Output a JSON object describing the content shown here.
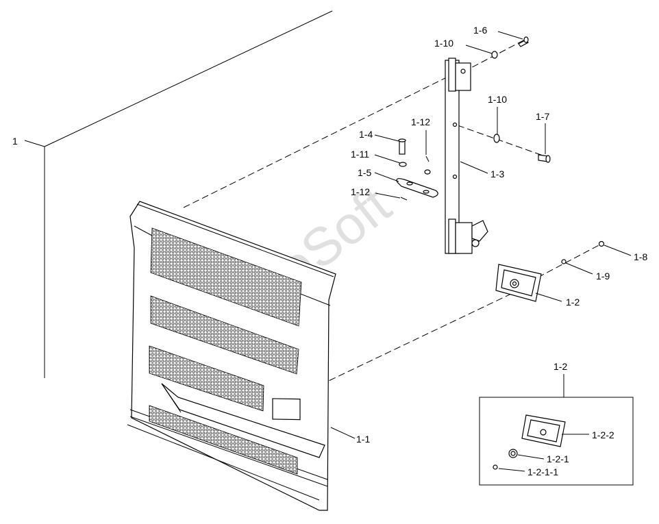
{
  "diagram": {
    "labels": {
      "main": "1",
      "p1_1": "1-1",
      "p1_2": "1-2",
      "p1_3": "1-3",
      "p1_4": "1-4",
      "p1_5": "1-5",
      "p1_6": "1-6",
      "p1_7": "1-7",
      "p1_8": "1-8",
      "p1_9": "1-9",
      "p1_10a": "1-10",
      "p1_10b": "1-10",
      "p1_11": "1-11",
      "p1_12a": "1-12",
      "p1_12b": "1-12",
      "detail_title": "1-2",
      "p1_2_1": "1-2-1",
      "p1_2_1_1": "1-2-1-1",
      "p1_2_2": "1-2-2"
    },
    "watermark": "AutoSoft"
  }
}
